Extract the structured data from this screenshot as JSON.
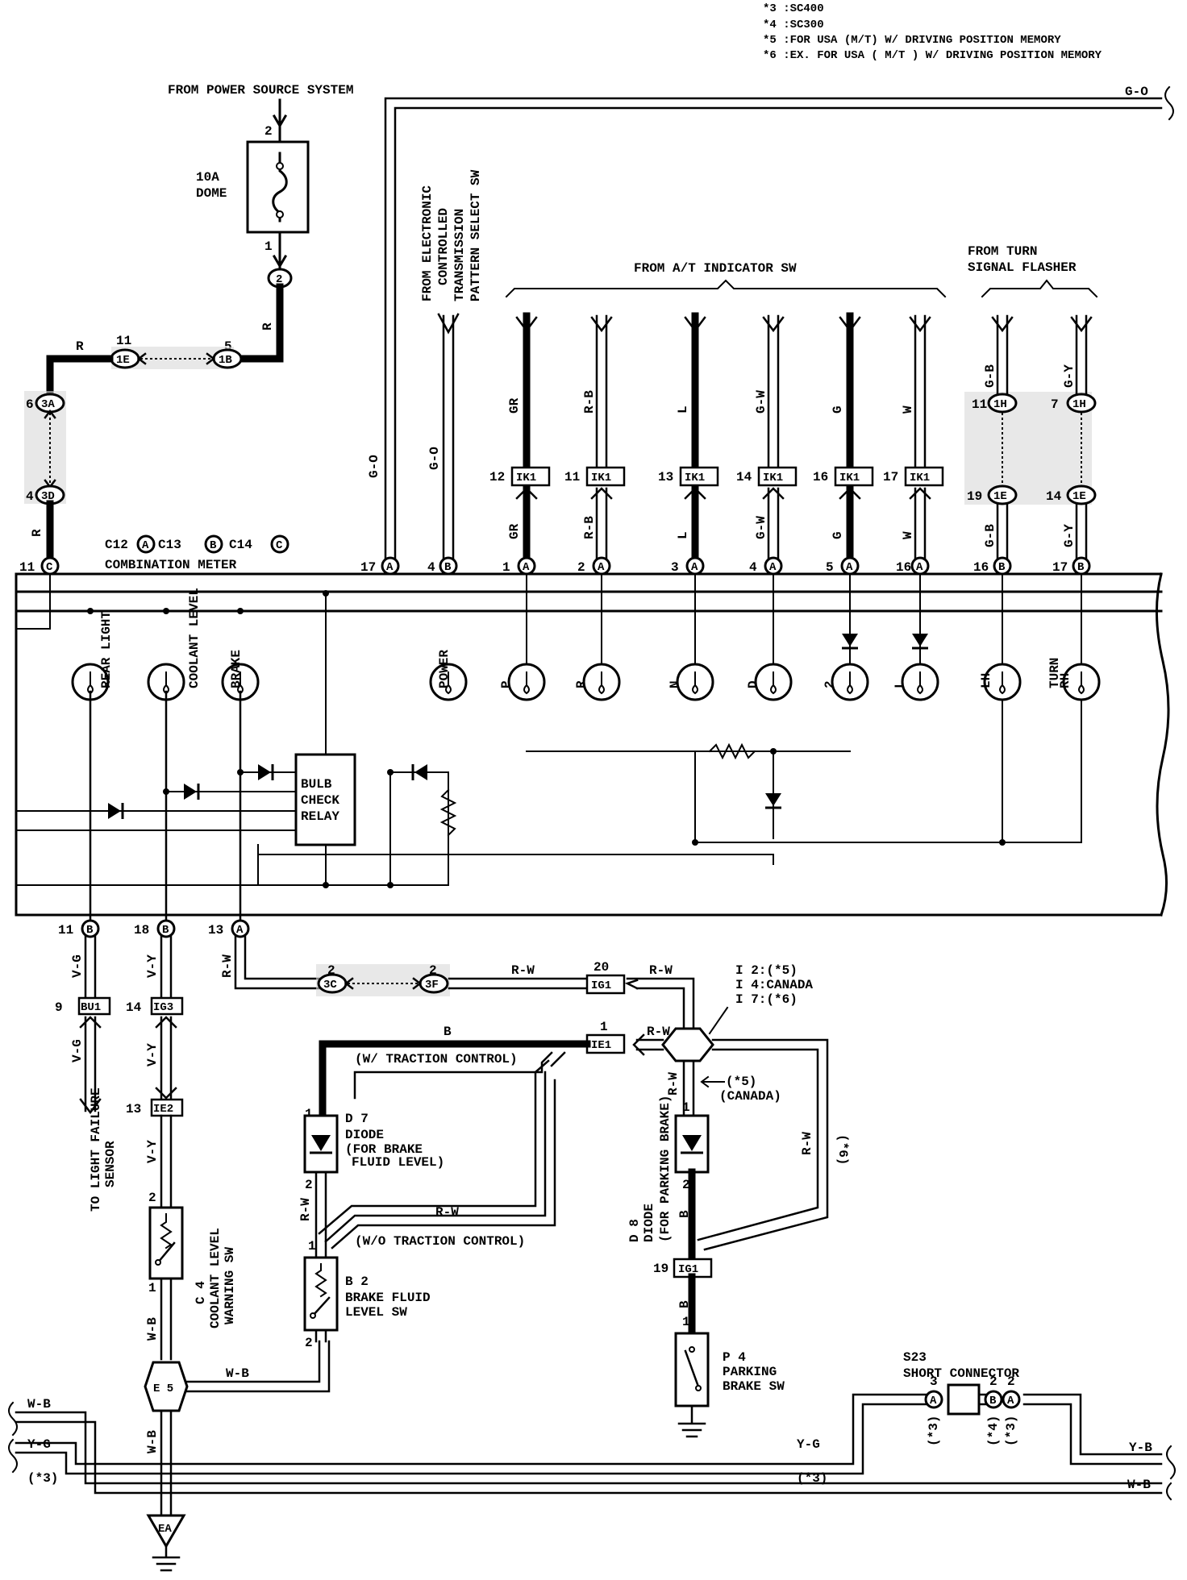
{
  "notes": [
    "*3 :SC400",
    "*4 :SC300",
    "*5 :FOR USA (M/T) W/ DRIVING POSITION MEMORY",
    "*6 :EX. FOR USA ( M/T ) W/ DRIVING POSITION MEMORY"
  ],
  "power_source": "FROM POWER SOURCE SYSTEM",
  "fuse": {
    "rating": "10A",
    "name": "DOME",
    "pin_in": "2",
    "pin_out": "1",
    "junction": "2"
  },
  "from_ect": [
    "FROM ELECTRONIC",
    "CONTROLLED",
    "TRANSMISSION",
    "PATTERN SELECT SW"
  ],
  "from_at": "FROM A/T INDICATOR SW",
  "from_turn": [
    "FROM TURN",
    "SIGNAL FLASHER"
  ],
  "combo_meter": {
    "line1": "C12",
    "line1b": "C13",
    "line1c": "C14",
    "line2": "COMBINATION METER",
    "a": "A",
    "b": "B",
    "c": "C"
  },
  "connectors": {
    "c11": "11",
    "c1E": "1E",
    "c1B": "1B",
    "c5": "5",
    "c6": "6",
    "c3A": "3A",
    "c4": "4",
    "c3D": "3D",
    "c1H": "1H",
    "c1E2": "1E",
    "c19": "19",
    "c14": "14",
    "c7": "7",
    "ik1": "IK1",
    "c3C": "3C",
    "c3F": "3F",
    "c2": "2",
    "c20": "20",
    "ig1": "IG1",
    "ie1": "IE1",
    "c1": "1",
    "bu1": "BU1",
    "ig3": "IG3",
    "ie2": "IE2",
    "c9": "9",
    "c13": "13",
    "c18": "18"
  },
  "at_pins": [
    {
      "ik": "12",
      "wire": "GR",
      "pin": "1",
      "letter": "A"
    },
    {
      "ik": "11",
      "wire": "R-B",
      "pin": "2",
      "letter": "A"
    },
    {
      "ik": "13",
      "wire": "L",
      "pin": "3",
      "letter": "A"
    },
    {
      "ik": "14",
      "wire": "G-W",
      "pin": "4",
      "letter": "A"
    },
    {
      "ik": "16",
      "wire": "G",
      "pin": "5",
      "letter": "A"
    },
    {
      "ik": "17",
      "wire": "W",
      "pin": "16",
      "letter": "A"
    }
  ],
  "turn_pins": [
    {
      "p1": "11",
      "wire": "G-B",
      "p2": "19",
      "pin": "16",
      "letter": "B"
    },
    {
      "p1": "7",
      "wire": "G-Y",
      "p2": "14",
      "pin": "17",
      "letter": "B"
    }
  ],
  "top_pins": {
    "go_pin": "17",
    "go_letter": "A",
    "go2_pin": "4",
    "go2_letter": "B",
    "c_pin": "11",
    "c_letter": "C"
  },
  "wires": {
    "R": "R",
    "GO": "G-O",
    "RW": "R-W",
    "B": "B",
    "VG": "V-G",
    "VY": "V-Y",
    "WB": "W-B",
    "YG": "Y-G",
    "YB": "Y-B"
  },
  "lamps": [
    "REAR LIGHT",
    "COOLANT LEVEL",
    "BRAKE",
    "POWER",
    "P",
    "R",
    "N",
    "D",
    "2",
    "L",
    "LH",
    "TURN",
    "RH"
  ],
  "relay": [
    "BULB",
    "CHECK",
    "RELAY"
  ],
  "bottom_pins": [
    {
      "pin": "11",
      "letter": "B"
    },
    {
      "pin": "18",
      "letter": "B"
    },
    {
      "pin": "13",
      "letter": "A"
    }
  ],
  "to_light": [
    "TO LIGHT FAILURE",
    "SENSOR"
  ],
  "coolant_sw": [
    "C 4",
    "COOLANT LEVEL",
    "WARNING SW"
  ],
  "d7": [
    "D 7",
    "DIODE",
    "(FOR BRAKE",
    "FLUID LEVEL)"
  ],
  "b2": [
    "B 2",
    "BRAKE FLUID",
    "LEVEL SW"
  ],
  "d8": [
    "D 8",
    "DIODE",
    "(FOR PARKING BRAKE)"
  ],
  "p4": [
    "P 4",
    "PARKING",
    "BRAKE SW"
  ],
  "w_traction": "(W/ TRACTION CONTROL)",
  "wo_traction": "(W/O TRACTION CONTROL)",
  "junction_note": [
    "I 2:(*5)",
    "I 4:CANADA",
    "I 7:(*6)"
  ],
  "canada_note": [
    "(*5)",
    "(CANADA)"
  ],
  "star6": "(*6)",
  "star3": "(*3)",
  "star4": "(*4)",
  "e5": "E 5",
  "ea": "EA",
  "s23": [
    "S23",
    "SHORT CONNECTOR"
  ],
  "pin_labels": {
    "p1": "1",
    "p2": "2",
    "p3": "3"
  }
}
